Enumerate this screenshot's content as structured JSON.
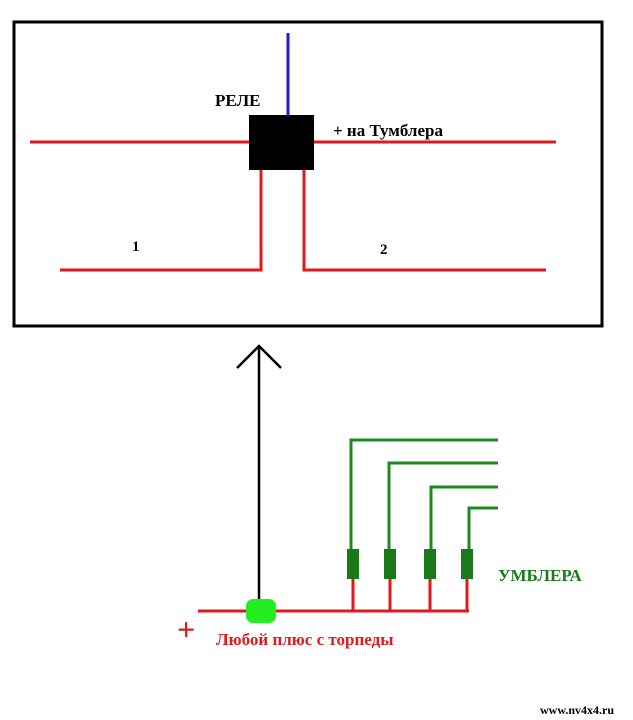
{
  "relay_panel": {
    "relay_label": "РЕЛЕ",
    "toggle_plus_label": "+ на Тумблера",
    "output_1_label": "1",
    "output_2_label": "2"
  },
  "toggles": {
    "label": "УМБЛЕРА",
    "count": 4
  },
  "power": {
    "plus_symbol": "+",
    "source_label": "Любой плюс с торпеды"
  },
  "watermark": "www.nv4x4.ru",
  "colors": {
    "wire_red": "#e0191d",
    "wire_blue": "#1c1ccc",
    "wire_green": "#1e8a1e",
    "toggle_green": "#1a7a1a",
    "node_green": "#22ee22",
    "relay_black": "#000000",
    "arrow_black": "#000000",
    "label_black": "#000000"
  }
}
